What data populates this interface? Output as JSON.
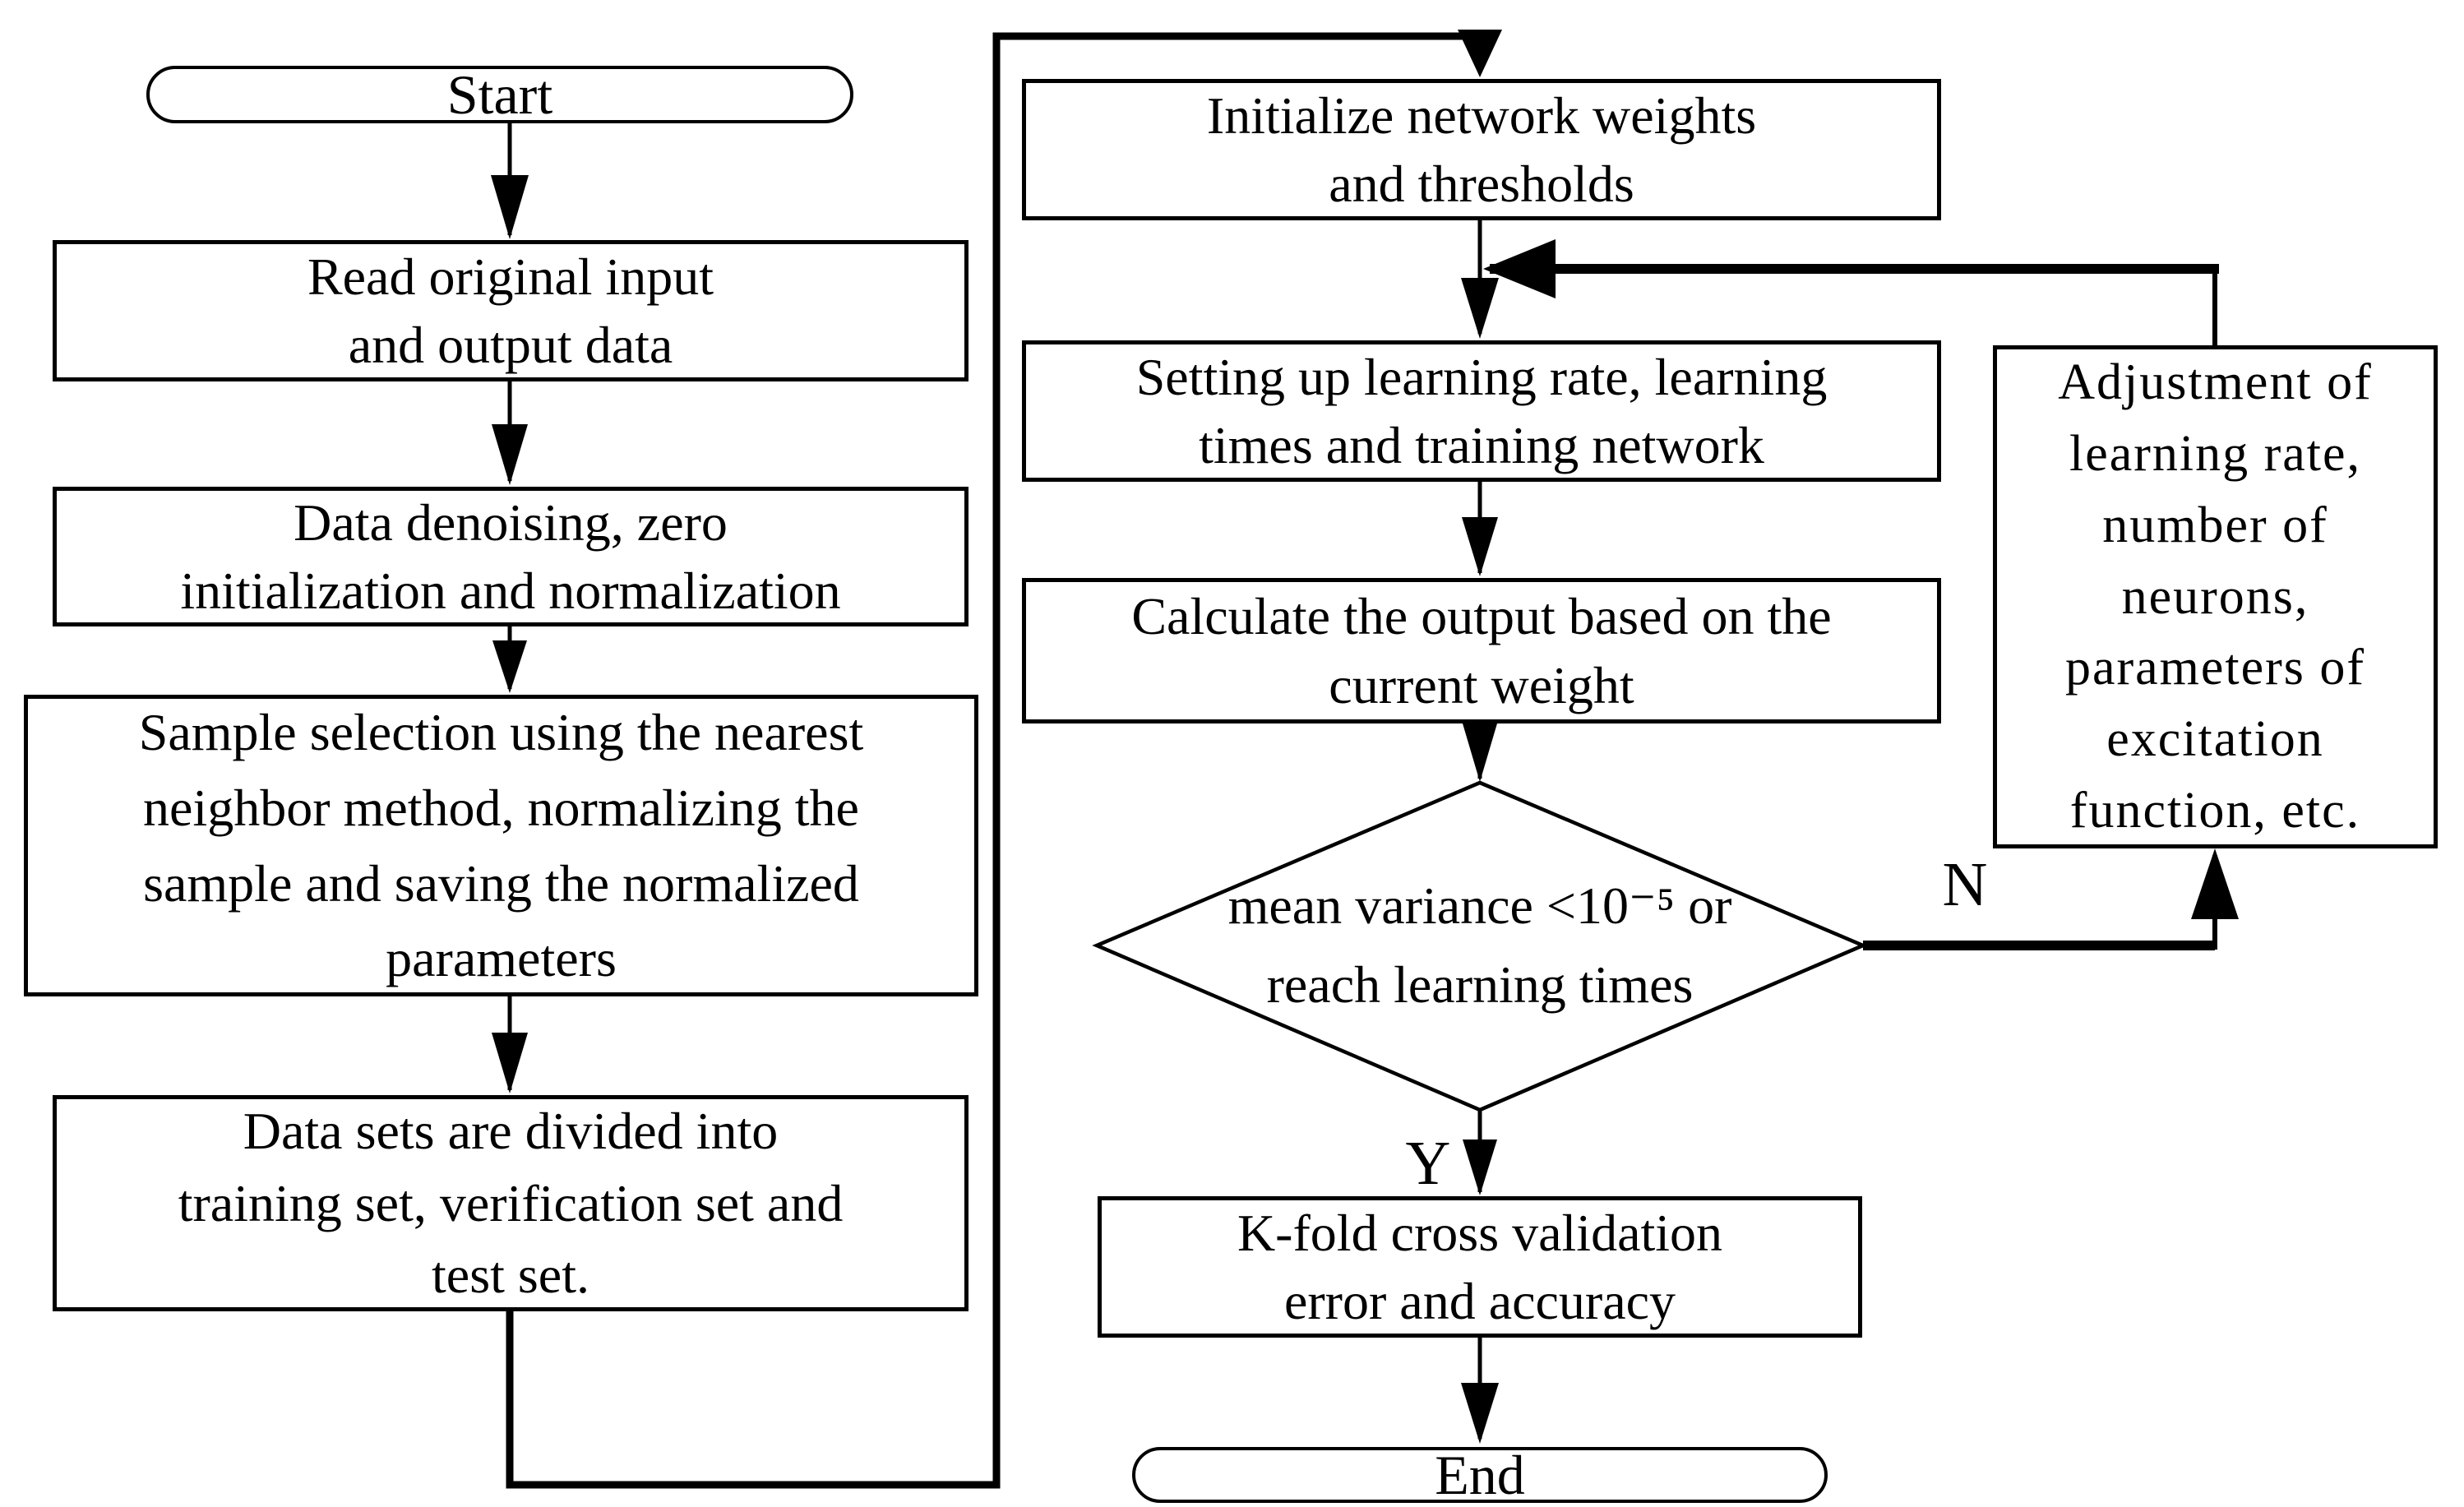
{
  "diagram": {
    "type": "flowchart",
    "colors": {
      "stroke": "#000000",
      "fill": "#ffffff"
    },
    "nodes": {
      "start": {
        "shape": "terminator",
        "label": "Start"
      },
      "read": {
        "shape": "process",
        "label": "Read original input\nand output data"
      },
      "denoise": {
        "shape": "process",
        "label": "Data denoising, zero\ninitialization and normalization"
      },
      "sample": {
        "shape": "process",
        "label": "Sample selection using the nearest\nneighbor method, normalizing the\nsample and saving the normalized\nparameters"
      },
      "datasets": {
        "shape": "process",
        "label": "Data sets are divided into\ntraining set, verification set and\ntest set."
      },
      "init_weights": {
        "shape": "process",
        "label": "Initialize network weights\nand thresholds"
      },
      "setting": {
        "shape": "process",
        "label": "Setting up learning rate, learning\ntimes and training network"
      },
      "calculate": {
        "shape": "process",
        "label": "Calculate the output based on the\ncurrent weight"
      },
      "decision": {
        "shape": "diamond",
        "label": "mean variance <10⁻⁵ or\nreach learning times"
      },
      "kfold": {
        "shape": "process",
        "label": "K-fold cross validation\nerror and accuracy"
      },
      "end": {
        "shape": "terminator",
        "label": "End"
      },
      "adjust": {
        "shape": "process",
        "label": "Adjustment of\nlearning rate,\nnumber of\nneurons,\nparameters of\nexcitation\nfunction, etc."
      }
    },
    "edge_labels": {
      "yes": "Y",
      "no": "N"
    }
  }
}
